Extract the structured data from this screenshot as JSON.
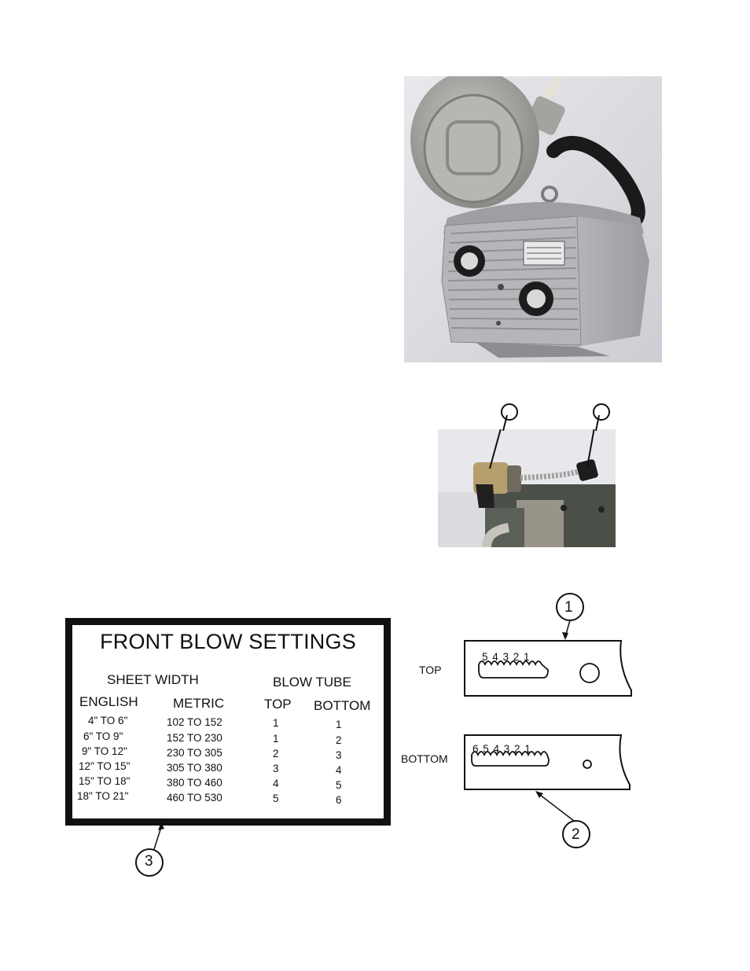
{
  "photos": {
    "pump": {
      "description_icon": "vacuum-pump-photo"
    },
    "connectors": {
      "description_icon": "blow-tube-connector-photo"
    }
  },
  "settings_label": {
    "title": "FRONT BLOW SETTINGS",
    "group_headers": {
      "sheet_width": "SHEET WIDTH",
      "blow_tube": "BLOW TUBE"
    },
    "columns": [
      "ENGLISH",
      "METRIC",
      "TOP",
      "BOTTOM"
    ],
    "rows": [
      {
        "english": "4\" TO 6\"",
        "metric": "102 TO 152",
        "top": "1",
        "bottom": "1"
      },
      {
        "english": "6\" TO 9\"",
        "metric": "152 TO 230",
        "top": "1",
        "bottom": "2"
      },
      {
        "english": "9\" TO 12\"",
        "metric": "230 TO 305",
        "top": "2",
        "bottom": "3"
      },
      {
        "english": "12\" TO 15\"",
        "metric": "305 TO 380",
        "top": "3",
        "bottom": "4"
      },
      {
        "english": "15\" TO 18\"",
        "metric": "380 TO 460",
        "top": "4",
        "bottom": "5"
      },
      {
        "english": "18\" TO 21\"",
        "metric": "460 TO 530",
        "top": "5",
        "bottom": "6"
      }
    ]
  },
  "diagram": {
    "top_label": "TOP",
    "bottom_label": "BOTTOM",
    "top_positions": "5 4 3 2 1",
    "bottom_positions": "6 5 4 3 2 1"
  },
  "callouts": {
    "one": "1",
    "two": "2",
    "three": "3"
  }
}
